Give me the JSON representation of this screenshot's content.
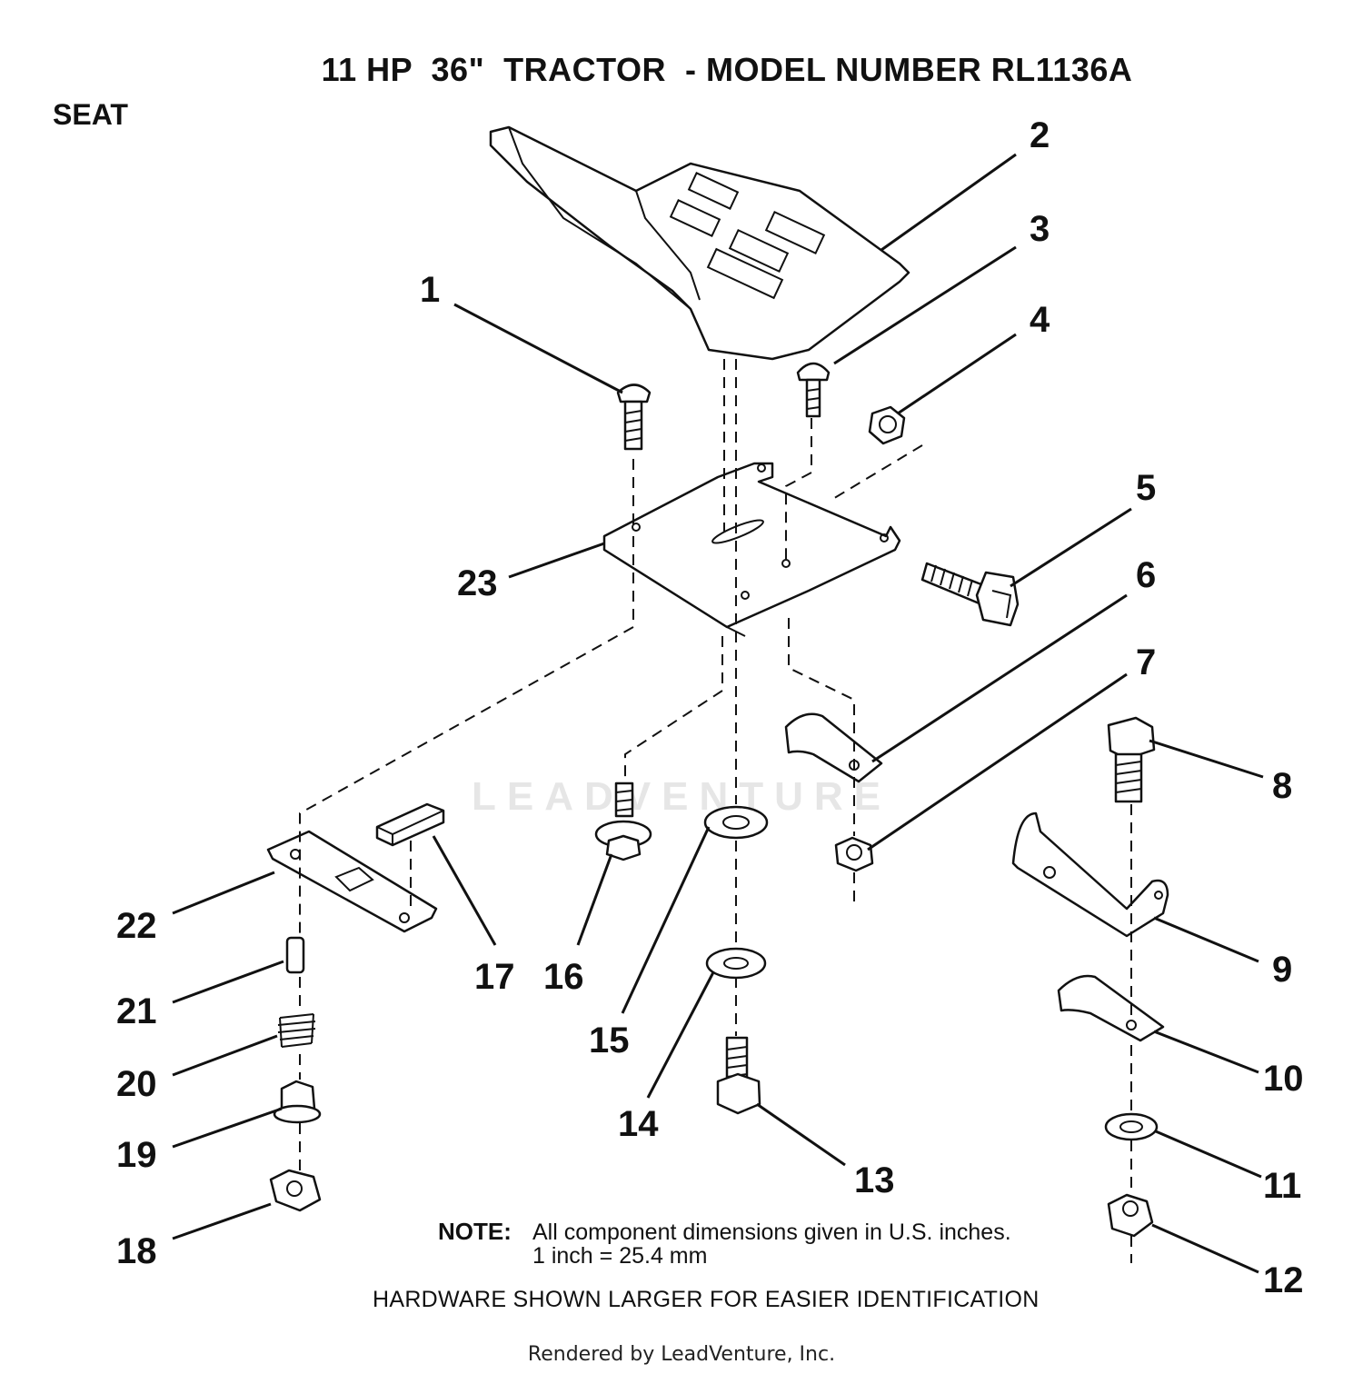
{
  "title": "11 HP  36\"  TRACTOR  - MODEL NUMBER RL1136A",
  "section": "SEAT",
  "watermark": "LEADVENTURE",
  "note": {
    "label": "NOTE:",
    "line1": "All component dimensions given in U.S. inches.",
    "line2": "1 inch = 25.4 mm"
  },
  "hardware_note": "HARDWARE SHOWN LARGER FOR EASIER IDENTIFICATION",
  "footer": "Rendered by LeadVenture, Inc.",
  "callouts": [
    "1",
    "2",
    "3",
    "4",
    "5",
    "6",
    "7",
    "8",
    "9",
    "10",
    "11",
    "12",
    "13",
    "14",
    "15",
    "16",
    "17",
    "18",
    "19",
    "20",
    "21",
    "22",
    "23"
  ]
}
